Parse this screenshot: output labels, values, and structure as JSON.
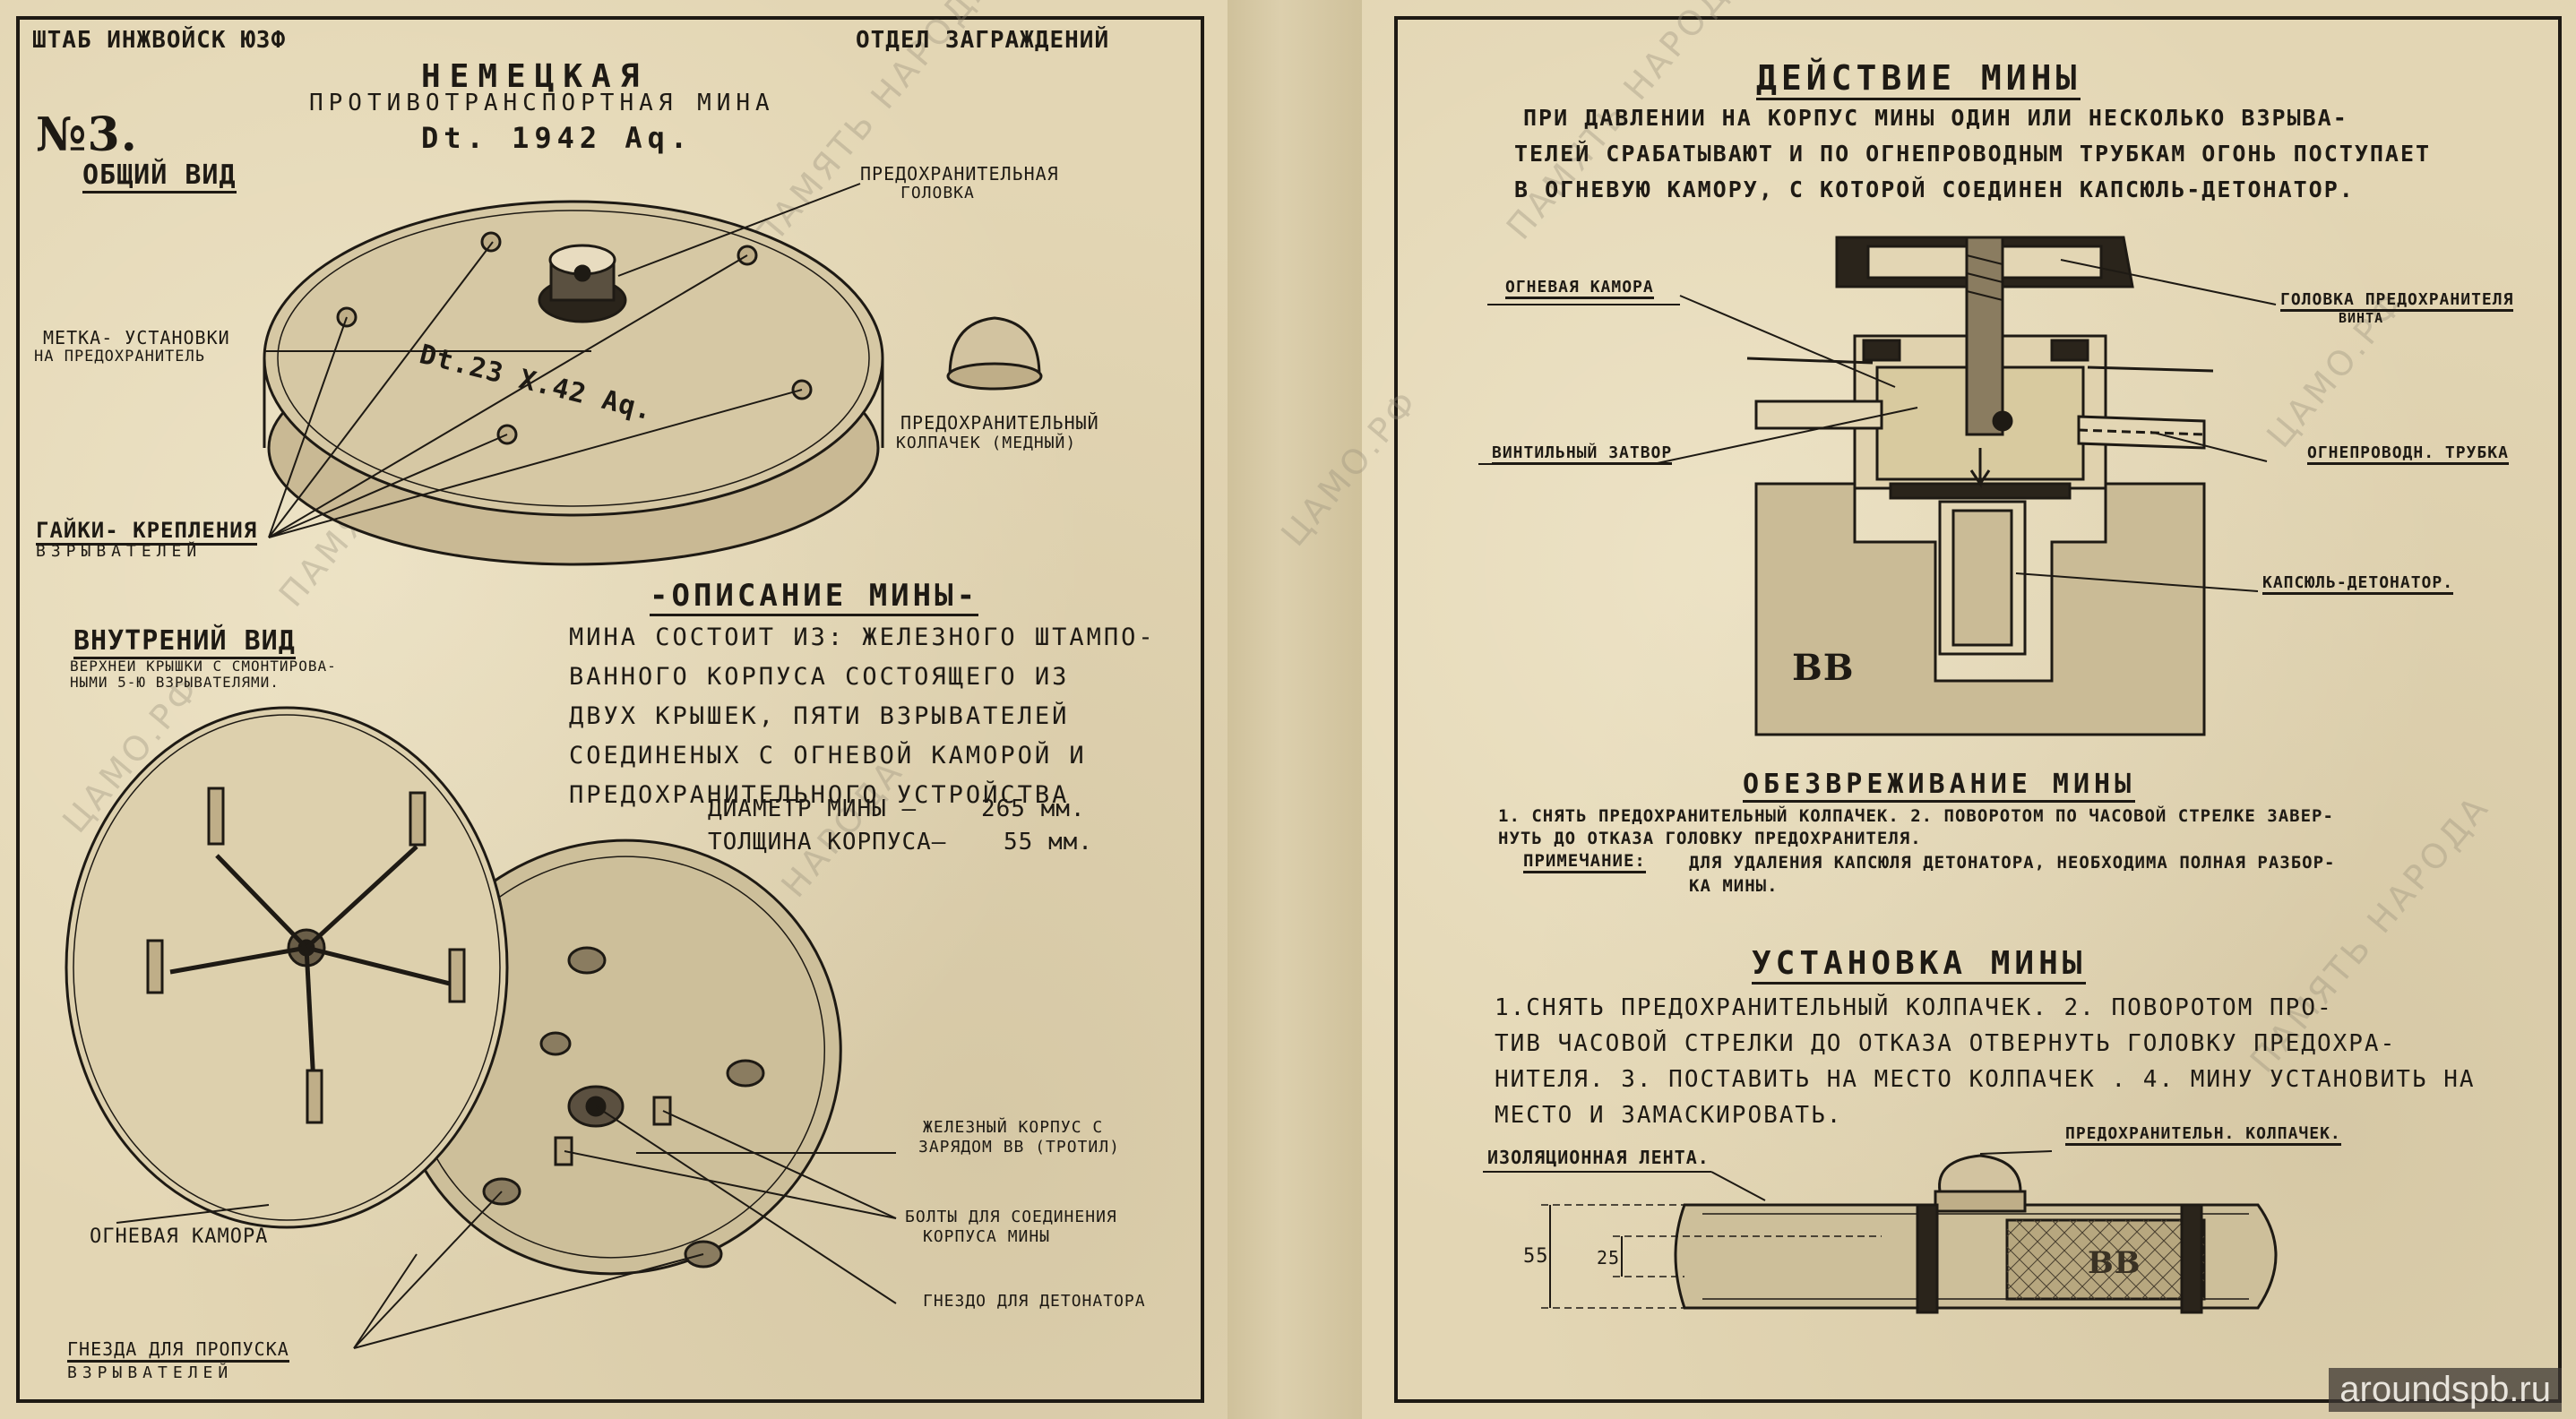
{
  "left": {
    "header_left": "ШТАБ ИНЖВОЙСК ЮЗФ",
    "header_right": "ОТДЕЛ ЗАГРАЖДЕНИЙ",
    "number": "№3.",
    "title_line1": "НЕМЕЦКАЯ",
    "title_line2": "ПРОТИВОТРАНСПОРТНАЯ  МИНА",
    "title_line3": "Dt. 1942 Aq.",
    "general_view": "ОБЩИЙ ВИД",
    "lbl_safety_head_1": "ПРЕДОХРАНИТЕЛЬНАЯ",
    "lbl_safety_head_2": "ГОЛОВКА",
    "lbl_mark_1": "МЕТКА- УСТАНОВКИ",
    "lbl_mark_2": "НА ПРЕДОХРАНИТЕЛЬ",
    "body_marking": "Dt.23 X.42 Aq.",
    "lbl_cap_1": "ПРЕДОХРАНИТЕЛЬНЫЙ",
    "lbl_cap_2": "КОЛПАЧЕК (МЕДНЫЙ)",
    "lbl_nuts_1": "ГАЙКИ- КРЕПЛЕНИЯ",
    "lbl_nuts_2": "ВЗРЫВАТЕЛЕЙ",
    "internal_view": "ВНУТРЕНИЙ ВИД",
    "internal_sub_1": "ВЕРХНЕЙ КРЫШКИ С СМОНТИРОВА-",
    "internal_sub_2": "НЫМИ 5-Ю ВЗРЫВАТЕЛЯМИ.",
    "desc_title": "-ОПИСАНИЕ МИНЫ-",
    "desc_lines": [
      "МИНА СОСТОИТ ИЗ: ЖЕЛЕЗНОГО ШТАМПО-",
      "ВАННОГО КОРПУСА СОСТОЯЩЕГО ИЗ",
      "ДВУХ КРЫШЕК, ПЯТИ ВЗРЫВАТЕЛЕЙ",
      "СОЕДИНЕНЫХ С ОГНЕВОЙ КАМОРОЙ И",
      "ПРЕДОХРАНИТЕЛЬНОГО УСТРОЙСТВА"
    ],
    "diameter_label": "ДИАМЕТР МИНЫ —",
    "diameter_value": "265 мм.",
    "thickness_label": "ТОЛЩИНА КОРПУСА—",
    "thickness_value": "55 мм.",
    "lbl_fire_chamber": "ОГНЕВАЯ КАМОРА",
    "lbl_iron_body_1": "ЖЕЛЕЗНЫЙ КОРПУС С",
    "lbl_iron_body_2": "ЗАРЯДОМ ВВ (ТРОТИЛ)",
    "lbl_bolts_1": "БОЛТЫ ДЛЯ СОЕДИНЕНИЯ",
    "lbl_bolts_2": "КОРПУСА МИНЫ",
    "lbl_detonator_socket": "ГНЕЗДО ДЛЯ ДЕТОНАТОРА",
    "lbl_sockets_1": "ГНЕЗДА ДЛЯ ПРОПУСКА",
    "lbl_sockets_2": "ВЗРЫВАТЕЛЕЙ"
  },
  "right": {
    "action_title": "ДЕЙСТВИЕ МИНЫ",
    "action_lines": [
      "ПРИ ДАВЛЕНИИ НА КОРПУС МИНЫ ОДИН ИЛИ НЕСКОЛЬКО ВЗРЫВА-",
      "ТЕЛЕЙ СРАБАТЫВАЮТ И ПО ОГНЕПРОВОДНЫМ ТРУБКАМ ОГОНЬ ПОСТУПАЕТ",
      "В ОГНЕВУЮ КАМОРУ, С КОТОРОЙ СОЕДИНЕН КАПСЮЛЬ-ДЕТОНАТОР."
    ],
    "lbl_fire_chamber": "ОГНЕВАЯ КАМОРА",
    "lbl_screw_head_1": "ГОЛОВКА ПРЕДОХРАНИТЕЛЯ",
    "lbl_screw_head_2": "ВИНТА",
    "lbl_screw_lock": "ВИНТИЛЬНЫЙ ЗАТВОР",
    "lbl_fuse_tube": "ОГНЕПРОВОДН. ТРУБКА",
    "lbl_capsule": "КАПСЮЛЬ-ДЕТОНАТОР.",
    "bb_label": "ВВ",
    "disarm_title": "ОБЕЗВРЕЖИВАНИЕ МИНЫ",
    "disarm_line1": "1. СНЯТЬ ПРЕДОХРАНИТЕЛЬНЫЙ КОЛПАЧЕК.  2. ПОВОРОТОМ ПО ЧАСОВОЙ СТРЕЛКЕ ЗАВЕР-",
    "disarm_line2": "НУТЬ ДО ОТКАЗА ГОЛОВКУ ПРЕДОХРАНИТЕЛЯ.",
    "note_label": "ПРИМЕЧАНИЕ:",
    "note_line1": "ДЛЯ УДАЛЕНИЯ КАПСЮЛЯ ДЕТОНАТОРА, НЕОБХОДИМА ПОЛНАЯ РАЗБОР-",
    "note_line2": "КА МИНЫ.",
    "install_title": "УСТАНОВКА МИНЫ",
    "install_lines": [
      "1.СНЯТЬ ПРЕДОХРАНИТЕЛЬНЫЙ КОЛПАЧЕК. 2. ПОВОРОТОМ ПРО-",
      "ТИВ ЧАСОВОЙ СТРЕЛКИ ДО ОТКАЗА ОТВЕРНУТЬ ГОЛОВКУ ПРЕДОХРА-",
      "НИТЕЛЯ. 3. ПОСТАВИТЬ НА МЕСТО КОЛПАЧЕК .  4. МИНУ УСТАНОВИТЬ НА",
      "МЕСТО И ЗАМАСКИРОВАТЬ."
    ],
    "lbl_safety_cap": "ПРЕДОХРАНИТЕЛЬН. КОЛПАЧЕК.",
    "lbl_insulating_tape": "ИЗОЛЯЦИОННАЯ ЛЕНТА.",
    "dim_55": "55",
    "dim_25": "25",
    "bb_small": "ВВ"
  },
  "watermark_1": "ПАМЯТЬ НАРОДА",
  "watermark_2": "ЦАМО.РФ",
  "site_credit": "aroundspb.ru"
}
